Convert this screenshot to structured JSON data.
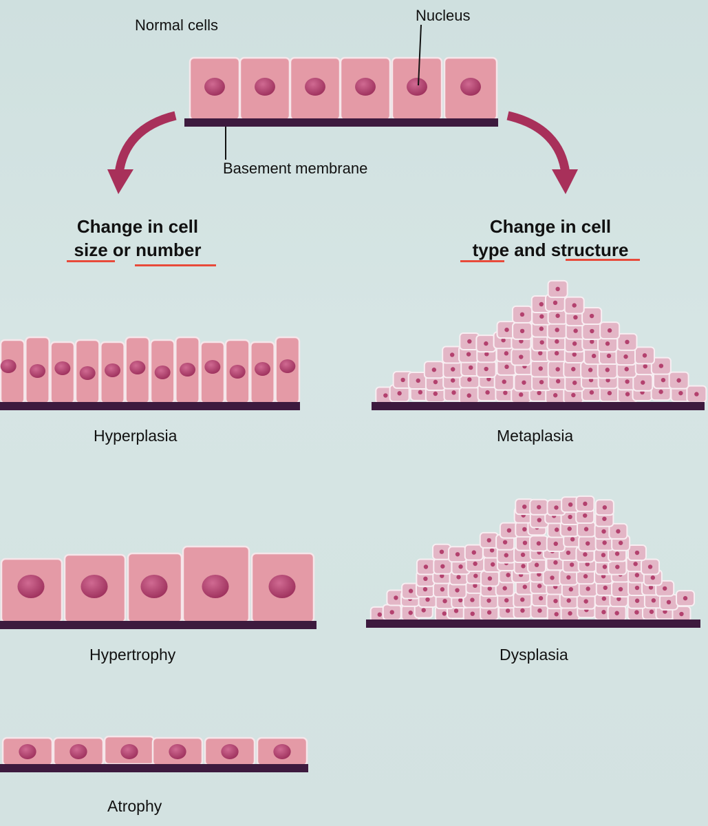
{
  "labels": {
    "normal_cells": "Normal cells",
    "nucleus": "Nucleus",
    "basement_membrane": "Basement membrane",
    "left_heading_line1": "Change in cell",
    "left_heading_line2": "size or number",
    "right_heading_line1": "Change in cell",
    "right_heading_line2": "type and structure",
    "hyperplasia": "Hyperplasia",
    "hypertrophy": "Hypertrophy",
    "atrophy": "Atrophy",
    "metaplasia": "Metaplasia",
    "dysplasia": "Dysplasia"
  },
  "colors": {
    "cell_fill": "#e49aa6",
    "cell_edge": "#f6e6ea",
    "nucleus": "#b3416e",
    "membrane": "#3d1a3e",
    "arrow": "#a8305a",
    "small_cell_fill": "#e3b6c6",
    "underline": "#e84a3a"
  }
}
